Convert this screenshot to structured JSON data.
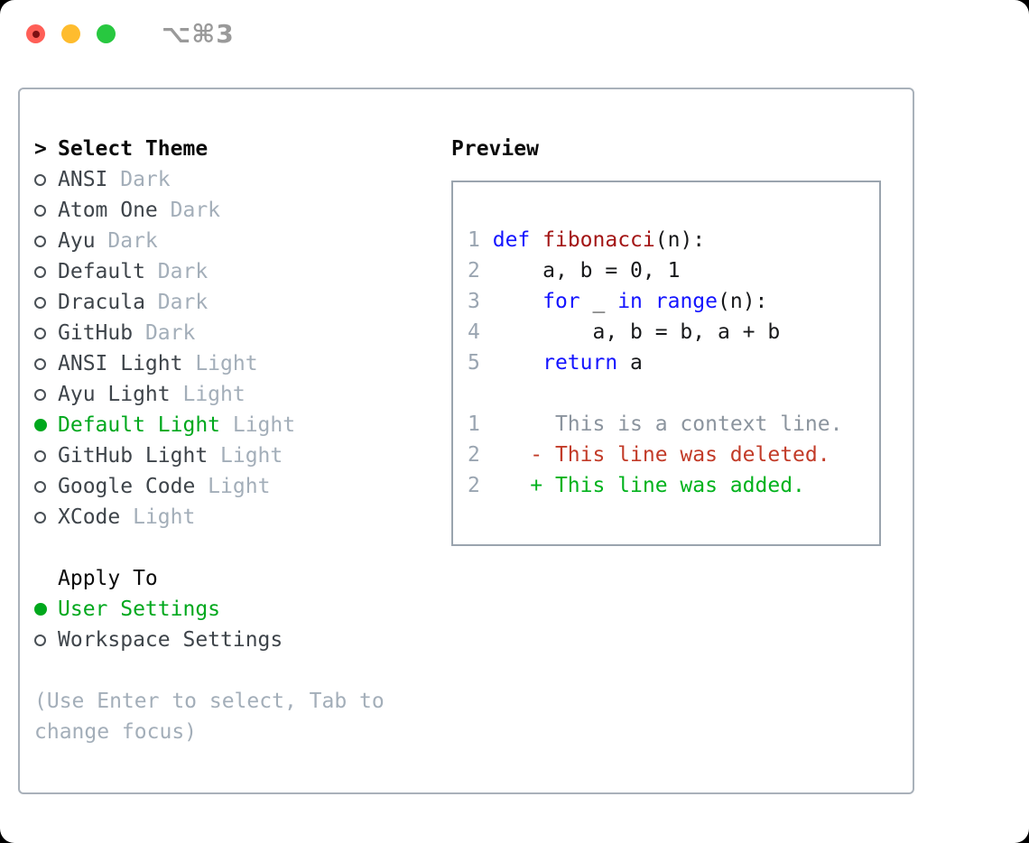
{
  "window": {
    "shortcut_label": "⌥⌘3",
    "traffic_lights": [
      "close",
      "minimize",
      "zoom"
    ]
  },
  "theme_panel": {
    "prompt": ">",
    "title": "Select Theme",
    "items": [
      {
        "name": "ANSI",
        "tag": "Dark",
        "selected": false
      },
      {
        "name": "Atom One",
        "tag": "Dark",
        "selected": false
      },
      {
        "name": "Ayu",
        "tag": "Dark",
        "selected": false
      },
      {
        "name": "Default",
        "tag": "Dark",
        "selected": false
      },
      {
        "name": "Dracula",
        "tag": "Dark",
        "selected": false
      },
      {
        "name": "GitHub",
        "tag": "Dark",
        "selected": false
      },
      {
        "name": "ANSI Light",
        "tag": "Light",
        "selected": false
      },
      {
        "name": "Ayu Light",
        "tag": "Light",
        "selected": false
      },
      {
        "name": "Default Light",
        "tag": "Light",
        "selected": true
      },
      {
        "name": "GitHub Light",
        "tag": "Light",
        "selected": false
      },
      {
        "name": "Google Code",
        "tag": "Light",
        "selected": false
      },
      {
        "name": "XCode",
        "tag": "Light",
        "selected": false
      }
    ]
  },
  "apply_panel": {
    "title": "Apply To",
    "options": [
      {
        "name": "User Settings",
        "selected": true
      },
      {
        "name": "Workspace Settings",
        "selected": false
      }
    ]
  },
  "help_text": "(Use Enter to select, Tab to change focus)",
  "preview": {
    "title": "Preview",
    "code_lines": [
      [
        {
          "t": "1",
          "s": "ln"
        },
        {
          "t": " ",
          "s": "plain"
        },
        {
          "t": "def",
          "s": "kw"
        },
        {
          "t": " ",
          "s": "plain"
        },
        {
          "t": "fibonacci",
          "s": "fn"
        },
        {
          "t": "(n):",
          "s": "plain"
        }
      ],
      [
        {
          "t": "2",
          "s": "ln"
        },
        {
          "t": "     a, b = 0, 1",
          "s": "plain"
        }
      ],
      [
        {
          "t": "3",
          "s": "ln"
        },
        {
          "t": "     ",
          "s": "plain"
        },
        {
          "t": "for",
          "s": "kw"
        },
        {
          "t": " _ ",
          "s": "plain"
        },
        {
          "t": "in",
          "s": "kw"
        },
        {
          "t": " ",
          "s": "plain"
        },
        {
          "t": "range",
          "s": "kw"
        },
        {
          "t": "(n):",
          "s": "plain"
        }
      ],
      [
        {
          "t": "4",
          "s": "ln"
        },
        {
          "t": "         a, b = b, a + b",
          "s": "plain"
        }
      ],
      [
        {
          "t": "5",
          "s": "ln"
        },
        {
          "t": "     ",
          "s": "plain"
        },
        {
          "t": "return",
          "s": "kw"
        },
        {
          "t": " a",
          "s": "plain"
        }
      ],
      [],
      [
        {
          "t": "1",
          "s": "ln"
        },
        {
          "t": "      ",
          "s": "plain"
        },
        {
          "t": "This is a context line.",
          "s": "ctx"
        }
      ],
      [
        {
          "t": "2",
          "s": "ln"
        },
        {
          "t": "    ",
          "s": "plain"
        },
        {
          "t": "- This line was deleted.",
          "s": "del"
        }
      ],
      [
        {
          "t": "2",
          "s": "ln"
        },
        {
          "t": "    ",
          "s": "plain"
        },
        {
          "t": "+ This line was added.",
          "s": "add"
        }
      ]
    ]
  },
  "colors": {
    "accent_green": "#00a81d",
    "keyword_blue": "#1414ff",
    "function_red": "#a31515",
    "deleted_red": "#c23b28",
    "added_green": "#00b21c",
    "line_number_gray": "#9aa5b1",
    "context_gray": "#8b949e",
    "item_text": "#3e444a",
    "muted_tag": "#a3aeb9",
    "panel_border": "#a9b1ba",
    "preview_border": "#9aa4ae",
    "traffic_red": "#ff5f57",
    "traffic_yellow": "#febc2e",
    "traffic_green": "#28c840"
  }
}
